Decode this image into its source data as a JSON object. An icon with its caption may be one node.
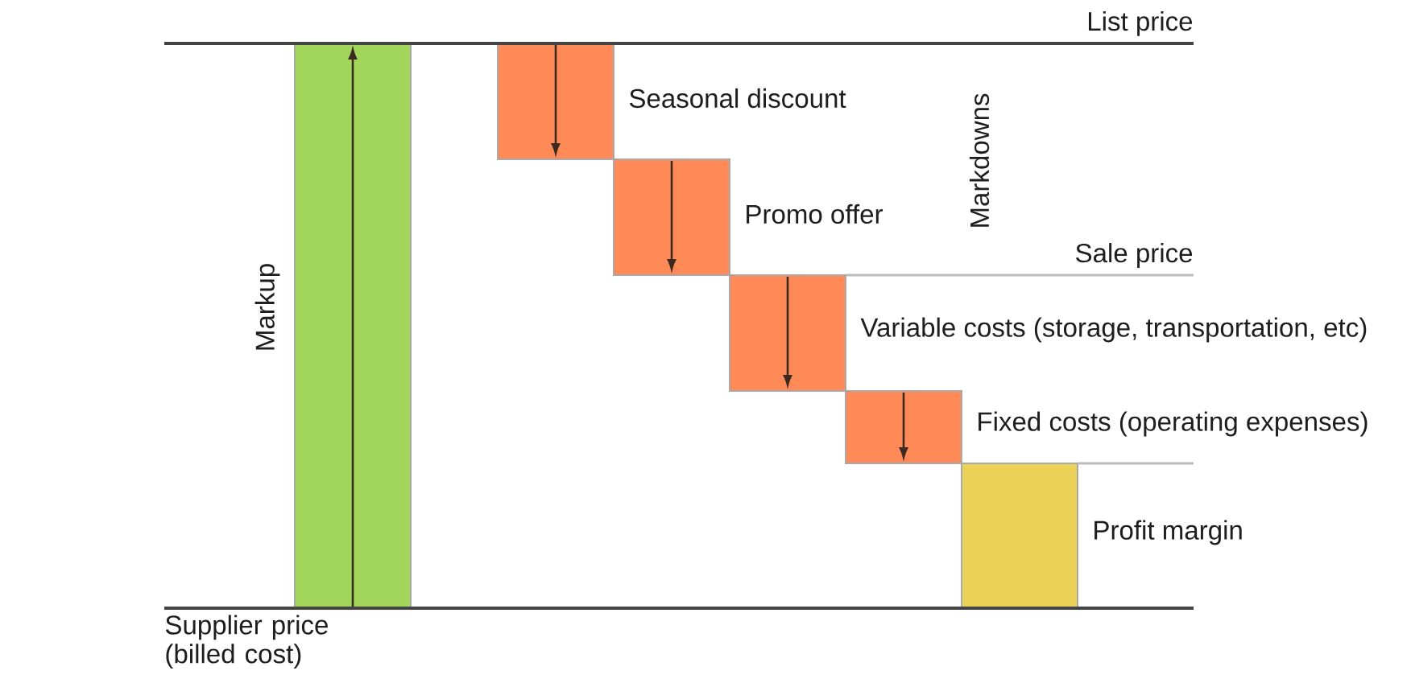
{
  "diagram": {
    "nodes": [
      {
        "text": [],
        "shape": "bar",
        "beside": [
          "Markup"
        ]
      },
      {
        "text": [],
        "shape": "bar",
        "beside": [
          "Seasonal discount"
        ]
      },
      {
        "text": [],
        "shape": "bar",
        "beside": [
          "Promo offer"
        ]
      },
      {
        "text": [],
        "shape": "bar",
        "beside": [
          "Variable costs (storage, transportation, etc)"
        ]
      },
      {
        "text": [],
        "shape": "bar",
        "beside": [
          "Fixed costs (operating expenses)"
        ]
      },
      {
        "text": [],
        "shape": "bar",
        "beside": [
          "Profit margin"
        ]
      }
    ],
    "labels": [
      "List price",
      "Markdowns",
      "Sale price",
      "Supplier price (billed cost)"
    ]
  }
}
